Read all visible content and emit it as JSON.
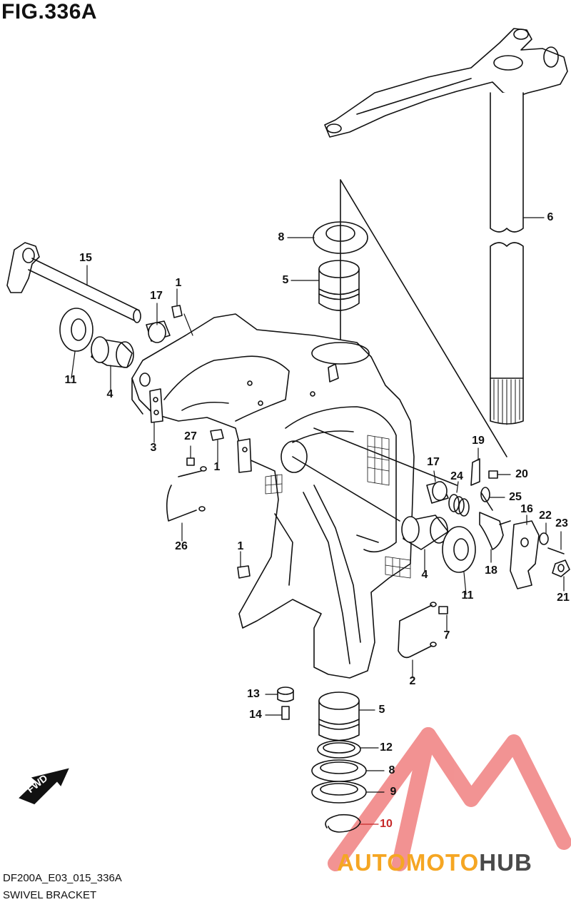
{
  "figure": {
    "title": "FIG.336A",
    "code": "DF200A_E03_015_336A",
    "name": "SWIVEL BRACKET"
  },
  "fwd_arrow": {
    "label": "FWD"
  },
  "watermark": {
    "brand_part1": "AUTOMOTO",
    "brand_part2": "HUB",
    "color_triangle": "#f08080",
    "color_part1": "#f5a623",
    "color_part2": "#4a4a4a"
  },
  "callouts": [
    {
      "id": "c6",
      "text": "6"
    },
    {
      "id": "c8top",
      "text": "8"
    },
    {
      "id": "c5top",
      "text": "5"
    },
    {
      "id": "c15",
      "text": "15"
    },
    {
      "id": "c17a",
      "text": "17"
    },
    {
      "id": "c1a",
      "text": "1"
    },
    {
      "id": "c11a",
      "text": "11"
    },
    {
      "id": "c4a",
      "text": "4"
    },
    {
      "id": "c3",
      "text": "3"
    },
    {
      "id": "c27",
      "text": "27"
    },
    {
      "id": "c1b",
      "text": "1"
    },
    {
      "id": "c26",
      "text": "26"
    },
    {
      "id": "c1c",
      "text": "1"
    },
    {
      "id": "c19",
      "text": "19"
    },
    {
      "id": "c17b",
      "text": "17"
    },
    {
      "id": "c20",
      "text": "20"
    },
    {
      "id": "c24",
      "text": "24"
    },
    {
      "id": "c25",
      "text": "25"
    },
    {
      "id": "c16",
      "text": "16"
    },
    {
      "id": "c22",
      "text": "22"
    },
    {
      "id": "c23",
      "text": "23"
    },
    {
      "id": "c18",
      "text": "18"
    },
    {
      "id": "c4b",
      "text": "4"
    },
    {
      "id": "c11b",
      "text": "11"
    },
    {
      "id": "c21",
      "text": "21"
    },
    {
      "id": "c7",
      "text": "7"
    },
    {
      "id": "c2",
      "text": "2"
    },
    {
      "id": "c13",
      "text": "13"
    },
    {
      "id": "c14",
      "text": "14"
    },
    {
      "id": "c5bot",
      "text": "5"
    },
    {
      "id": "c12",
      "text": "12"
    },
    {
      "id": "c8bot",
      "text": "8"
    },
    {
      "id": "c9",
      "text": "9"
    },
    {
      "id": "c10",
      "text": "10",
      "highlight": true
    }
  ]
}
